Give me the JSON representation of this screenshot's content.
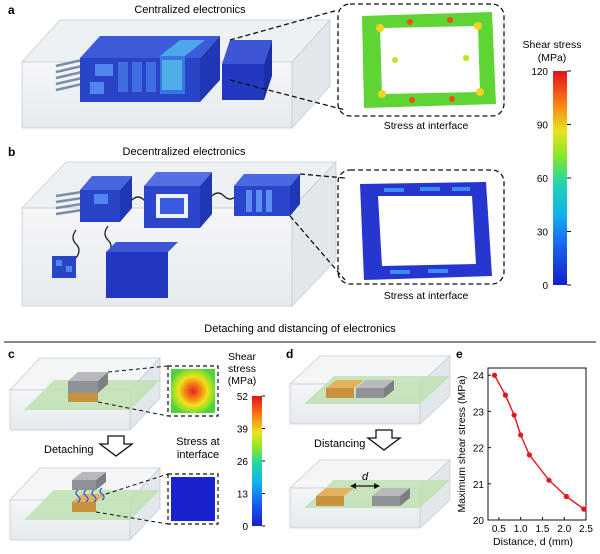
{
  "panel_a": {
    "letter": "a",
    "title": "Centralized electronics",
    "inset_caption": "Stress at interface"
  },
  "panel_b": {
    "letter": "b",
    "title": "Decentralized electronics",
    "inset_caption": "Stress at interface"
  },
  "colorbar_main": {
    "title_line1": "Shear stress",
    "title_line2": "(MPa)",
    "ticks": [
      "120",
      "90",
      "60",
      "30",
      "0"
    ],
    "max": 120,
    "min": 0
  },
  "section_title": "Detaching and distancing of electronics",
  "panel_c": {
    "letter": "c",
    "action_label": "Detaching",
    "cb_title_line1": "Shear",
    "cb_title_line2": "stress",
    "cb_title_line3": "(MPa)",
    "cb_ticks": [
      "52",
      "39",
      "26",
      "13",
      "0"
    ],
    "stress_label_line1": "Stress at",
    "stress_label_line2": "interface"
  },
  "panel_d": {
    "letter": "d",
    "action_label": "Distancing",
    "gap_label": "d"
  },
  "panel_e": {
    "letter": "e",
    "chart_data": {
      "type": "line",
      "xlabel": "Distance, d (mm)",
      "ylabel": "Maximum shear stress (MPa)",
      "xlim": [
        0.25,
        2.5
      ],
      "ylim": [
        20,
        24.2
      ],
      "xticks": [
        0.5,
        1.0,
        1.5,
        2.0,
        2.5
      ],
      "yticks": [
        20,
        21,
        22,
        23,
        24
      ],
      "xtick_labels": [
        "0.5",
        "1.0",
        "1.5",
        "2.0",
        "2.5"
      ],
      "ytick_labels": [
        "20",
        "21",
        "22",
        "23",
        "24"
      ],
      "x": [
        0.4,
        0.65,
        0.85,
        1.0,
        1.2,
        1.65,
        2.05,
        2.45
      ],
      "y": [
        24.0,
        23.45,
        22.9,
        22.35,
        21.8,
        21.1,
        20.65,
        20.3
      ],
      "color": "#e8141b",
      "grid": false
    }
  }
}
